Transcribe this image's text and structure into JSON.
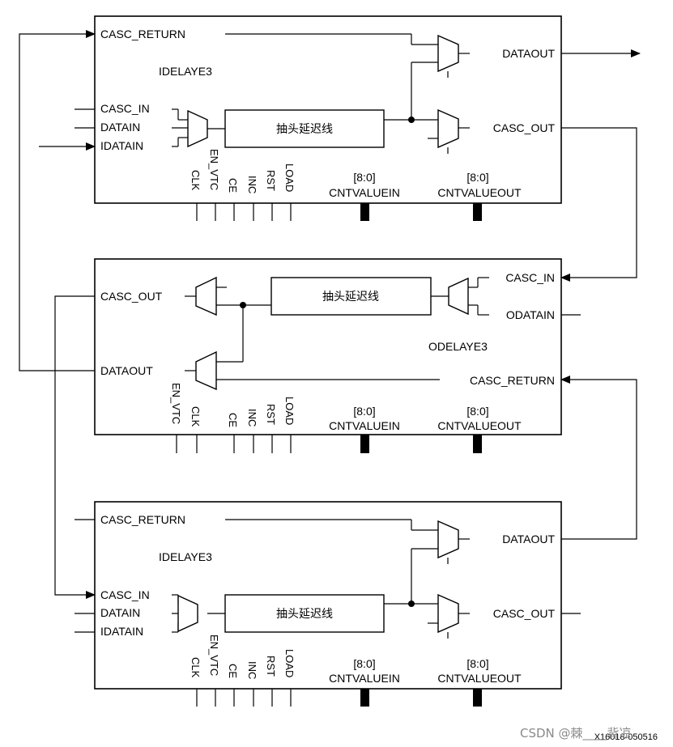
{
  "blocks": [
    {
      "name": "IDELAYE3",
      "tap_line": "抽头延迟线",
      "left_ports": [
        "CASC_RETURN",
        "CASC_IN",
        "DATAIN",
        "IDATAIN"
      ],
      "right_ports": [
        "DATAOUT",
        "CASC_OUT"
      ],
      "bottom_pins": [
        "CLK",
        "EN_VTC",
        "CE",
        "INC",
        "RST",
        "LOAD"
      ],
      "bus_index": "[8:0]",
      "bus_in": "CNTVALUEIN",
      "bus_out": "CNTVALUEOUT"
    },
    {
      "name": "ODELAYE3",
      "tap_line": "抽头延迟线",
      "left_ports": [
        "CASC_OUT",
        "DATAOUT"
      ],
      "right_ports": [
        "CASC_IN",
        "ODATAIN",
        "CASC_RETURN"
      ],
      "bottom_pins": [
        "EN_VTC",
        "CLK",
        "CE",
        "INC",
        "RST",
        "LOAD"
      ],
      "bus_index": "[8:0]",
      "bus_in": "CNTVALUEIN",
      "bus_out": "CNTVALUEOUT"
    },
    {
      "name": "IDELAYE3",
      "tap_line": "抽头延迟线",
      "left_ports": [
        "CASC_RETURN",
        "CASC_IN",
        "DATAIN",
        "IDATAIN"
      ],
      "right_ports": [
        "DATAOUT",
        "CASC_OUT"
      ],
      "bottom_pins": [
        "CLK",
        "EN_VTC",
        "CE",
        "INC",
        "RST",
        "LOAD"
      ],
      "bus_index": "[8:0]",
      "bus_in": "CNTVALUEIN",
      "bus_out": "CNTVALUEOUT"
    }
  ],
  "figure_id": "X16018-050516",
  "watermark": "CSDN @棘____背凉"
}
